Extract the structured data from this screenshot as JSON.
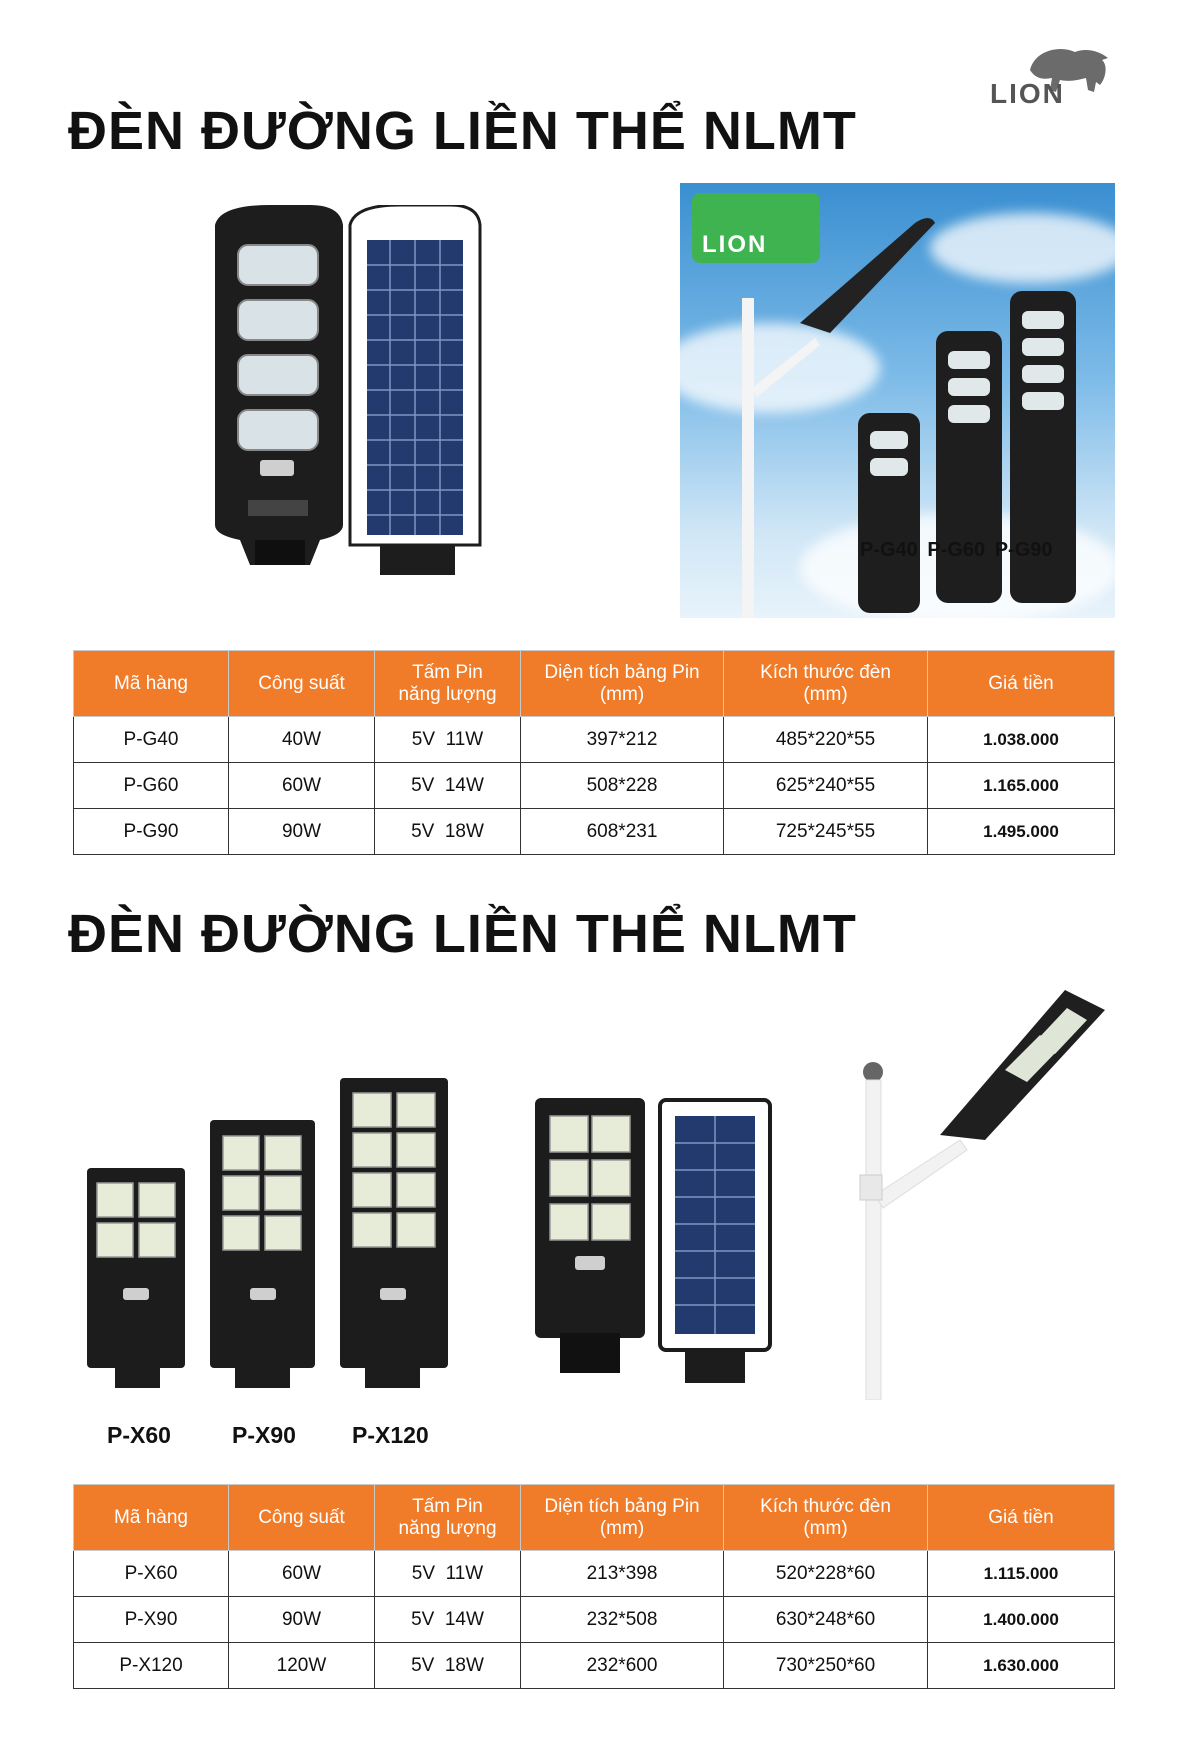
{
  "brand": {
    "name": "LION"
  },
  "section1": {
    "title": "ĐÈN ĐƯỜNG LIỀN THỂ NLMT",
    "photo_logo": "LION",
    "photo_models": "P-G40  P-G60  P-G90",
    "headers": [
      "Mã hàng",
      "Công suất",
      "Tấm Pin\nnăng lượng",
      "Diện tích bảng Pin\n(mm)",
      "Kích thước đèn\n(mm)",
      "Giá tiền"
    ],
    "rows": [
      [
        "P-G40",
        "40W",
        "5V  11W",
        "397*212",
        "485*220*55",
        "1.038.000"
      ],
      [
        "P-G60",
        "60W",
        "5V  14W",
        "508*228",
        "625*240*55",
        "1.165.000"
      ],
      [
        "P-G90",
        "90W",
        "5V  18W",
        "608*231",
        "725*245*55",
        "1.495.000"
      ]
    ]
  },
  "section2": {
    "title": "ĐÈN ĐƯỜNG LIỀN THỂ NLMT",
    "models": [
      "P-X60",
      "P-X90",
      "P-X120"
    ],
    "headers": [
      "Mã hàng",
      "Công suất",
      "Tấm Pin\nnăng lượng",
      "Diện tích bảng Pin\n(mm)",
      "Kích thước đèn\n(mm)",
      "Giá tiền"
    ],
    "rows": [
      [
        "P-X60",
        "60W",
        "5V  11W",
        "213*398",
        "520*228*60",
        "1.115.000"
      ],
      [
        "P-X90",
        "90W",
        "5V  14W",
        "232*508",
        "630*248*60",
        "1.400.000"
      ],
      [
        "P-X120",
        "120W",
        "5V  18W",
        "232*600",
        "730*250*60",
        "1.630.000"
      ]
    ]
  },
  "colors": {
    "header_orange": "#f07c2a",
    "logo_green": "#3fb34f"
  }
}
